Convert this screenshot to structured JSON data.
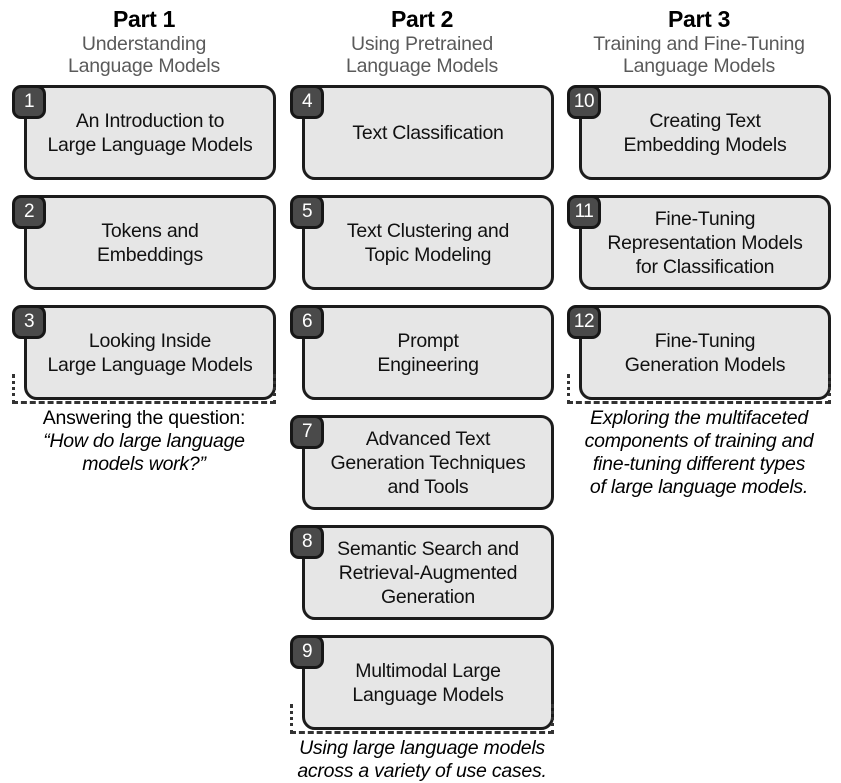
{
  "columns": [
    {
      "id": "part-1",
      "title": "Part 1",
      "subtitle": "Understanding\nLanguage Models",
      "cards": [
        {
          "number": "1",
          "label": "An Introduction to\nLarge Language Models",
          "height": 95
        },
        {
          "number": "2",
          "label": "Tokens and\nEmbeddings",
          "height": 95
        },
        {
          "number": "3",
          "label": "Looking Inside\nLarge Language Models",
          "height": 95
        }
      ],
      "caption_lead": "Answering the question:",
      "caption_italic": "“How do large language\nmodels work?”"
    },
    {
      "id": "part-2",
      "title": "Part 2",
      "subtitle": "Using Pretrained\nLanguage Models",
      "cards": [
        {
          "number": "4",
          "label": "Text Classification",
          "height": 95
        },
        {
          "number": "5",
          "label": "Text Clustering and\nTopic Modeling",
          "height": 95
        },
        {
          "number": "6",
          "label": "Prompt\nEngineering",
          "height": 95
        },
        {
          "number": "7",
          "label": "Advanced Text\nGeneration Techniques\nand Tools",
          "height": 95
        },
        {
          "number": "8",
          "label": "Semantic Search and\nRetrieval-Augmented\nGeneration",
          "height": 95
        },
        {
          "number": "9",
          "label": "Multimodal Large\nLanguage Models",
          "height": 95
        }
      ],
      "caption_lead": "",
      "caption_italic": "Using large language models\nacross a variety of use cases."
    },
    {
      "id": "part-3",
      "title": "Part 3",
      "subtitle": "Training and Fine-Tuning\nLanguage Models",
      "cards": [
        {
          "number": "10",
          "label": "Creating Text\nEmbedding Models",
          "height": 95
        },
        {
          "number": "11",
          "label": "Fine-Tuning\nRepresentation Models\nfor Classification",
          "height": 95
        },
        {
          "number": "12",
          "label": "Fine-Tuning\nGeneration Models",
          "height": 95
        }
      ],
      "caption_lead": "",
      "caption_italic": "Exploring the multifaceted\ncomponents of training and\nfine-tuning different types\nof large language models."
    }
  ],
  "colors": {
    "card_fill": "#e6e6e6",
    "card_border": "#1c1c1c",
    "badge_fill": "#4a4a4a",
    "subtitle_text": "#5a5a5a",
    "bracket": "#333333"
  }
}
